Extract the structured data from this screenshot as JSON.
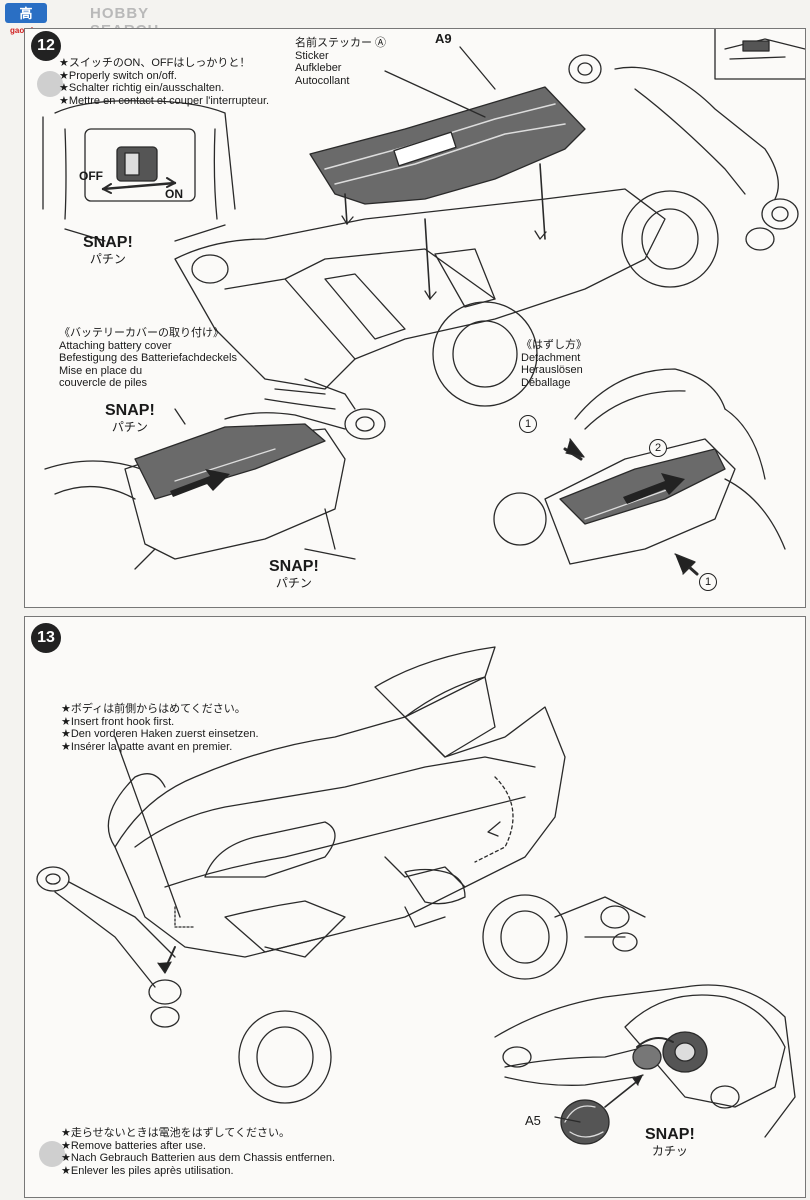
{
  "watermark": {
    "site_name": "HOBBY SEARCH",
    "domain": "gao.shan.com"
  },
  "step12": {
    "number": "12",
    "switch_note": [
      "★スイッチのON、OFFはしっかりと！",
      "★Properly switch on/off.",
      "★Schalter richtig ein/ausschalten.",
      "★Mettre en contact et couper l'interrupteur."
    ],
    "switch_off": "OFF",
    "switch_on": "ON",
    "snap_switch": {
      "label": "SNAP!",
      "jp": "パチン"
    },
    "sticker_label": [
      "名前ステッカー Ⓐ",
      "Sticker",
      "Aufkleber",
      "Autocollant"
    ],
    "part_a9": "A9",
    "battery_cover_title": [
      "《バッテリーカバーの取り付け》",
      "Attaching battery cover",
      "Befestigung des Batteriefachdeckels",
      "Mise en place du",
      "couvercle de piles"
    ],
    "snap_cover_top": {
      "label": "SNAP!",
      "jp": "パチン"
    },
    "snap_cover_bottom": {
      "label": "SNAP!",
      "jp": "パチン"
    },
    "detachment_title": [
      "《はずし方》",
      "Detachment",
      "Herauslösen",
      "Déballage"
    ],
    "step_marker_1": "1",
    "step_marker_2": "2"
  },
  "step13": {
    "number": "13",
    "body_note": [
      "★ボディは前側からはめてください。",
      "★Insert front hook first.",
      "★Den vorderen Haken zuerst einsetzen.",
      "★Insérer la patte avant en premier."
    ],
    "battery_note": [
      "★走らせないときは電池をはずしてください。",
      "★Remove batteries after use.",
      "★Nach Gebrauch Batterien aus dem Chassis entfernen.",
      "★Enlever les piles après utilisation."
    ],
    "part_a5": "A5",
    "snap_a5": {
      "label": "SNAP!",
      "jp": "カチッ"
    }
  }
}
